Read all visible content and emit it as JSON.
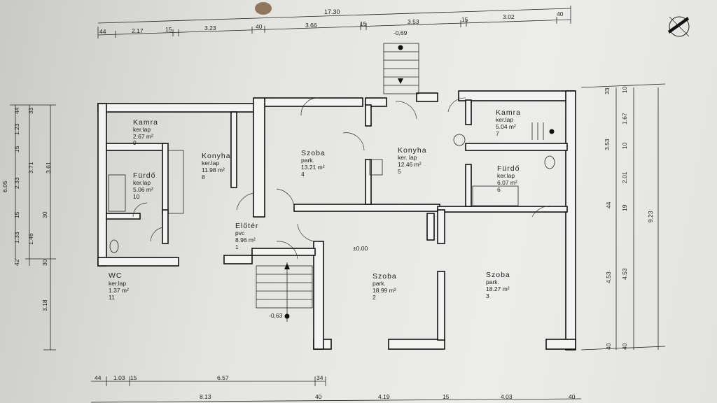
{
  "top_dimensions": {
    "overall": "17.30",
    "row": [
      "44",
      "2.17",
      "15",
      "3.23",
      "40",
      "3.66",
      "15",
      "3.53",
      "15",
      "3.02",
      "40"
    ]
  },
  "bottom_dimensions": {
    "row1": [
      "44",
      "1.03",
      "15",
      "6.57",
      "34"
    ],
    "row2": [
      "8.13",
      "40",
      "4.19",
      "15",
      "4.03",
      "40"
    ]
  },
  "left_dimensions": {
    "outer": [
      "6.05",
      "3.18"
    ],
    "mid": [
      "44",
      "1.23",
      "15",
      "2.33",
      "15",
      "1.33",
      "42"
    ],
    "inner": [
      "33",
      "3.71",
      "1.46",
      "30",
      "30",
      "3.61"
    ]
  },
  "right_dimensions": {
    "col1": [
      "33",
      "3.53",
      "44",
      "4.53",
      "40"
    ],
    "col2": [
      "10",
      "1.67",
      "10",
      "2.01",
      "19",
      "4.53",
      "40"
    ],
    "total": "9.23"
  },
  "levels": {
    "top_stair": "-0,69",
    "floor": "±0.00",
    "entrance": "-0,63"
  },
  "rooms": [
    {
      "name": "Kamra",
      "floor": "ker.lap",
      "area": "2.67 m²",
      "num": "9"
    },
    {
      "name": "Konyha",
      "floor": "ker.lap",
      "area": "11.98 m²",
      "num": "8"
    },
    {
      "name": "Fürdő",
      "floor": "ker.lap",
      "area": "5.06 m²",
      "num": "10"
    },
    {
      "name": "Szoba",
      "floor": "park.",
      "area": "13.21 m²",
      "num": "4"
    },
    {
      "name": "Konyha",
      "floor": "ker. lap",
      "area": "12.46 m²",
      "num": "5"
    },
    {
      "name": "Kamra",
      "floor": "ker.lap",
      "area": "5.04 m²",
      "num": "7"
    },
    {
      "name": "Fürdő",
      "floor": "ker.lap",
      "area": "6.07 m²",
      "num": "6"
    },
    {
      "name": "Előtér",
      "floor": "pvc",
      "area": "8.96 m²",
      "num": "1"
    },
    {
      "name": "WC",
      "floor": "ker.lap",
      "area": "1.37 m²",
      "num": "11"
    },
    {
      "name": "Szoba",
      "floor": "park.",
      "area": "18.99 m²",
      "num": "2"
    },
    {
      "name": "Szoba",
      "floor": "park.",
      "area": "18.27 m²",
      "num": "3"
    }
  ],
  "compass": {
    "icon": "north-arrow-icon"
  },
  "colors": {
    "line": "#111111",
    "paper": "#ececea",
    "wall_fill": "#f3f3f1"
  }
}
